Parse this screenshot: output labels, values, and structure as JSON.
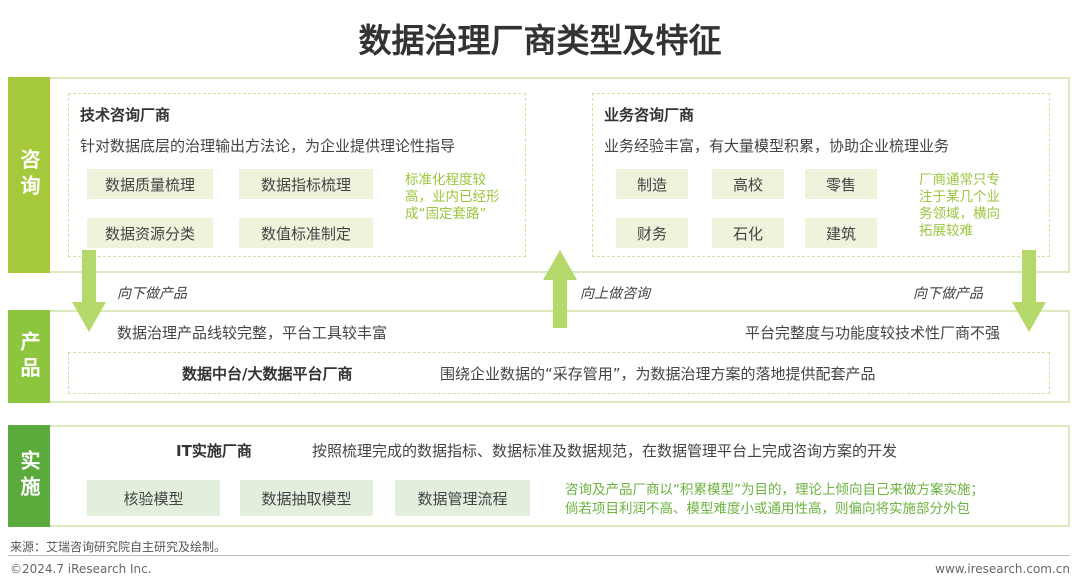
{
  "title": "数据治理厂商类型及特征",
  "consult": {
    "band": "咨询",
    "tech": {
      "heading": "技术咨询厂商",
      "desc": "针对数据底层的治理输出方法论，为企业提供理论性指导",
      "tags": [
        "数据质量梳理",
        "数据指标梳理",
        "数据资源分类",
        "数值标准制定"
      ],
      "note": "标准化程度较高，业内已经形成“固定套路”"
    },
    "biz": {
      "heading": "业务咨询厂商",
      "desc": "业务经验丰富，有大量模型积累，协助企业梳理业务",
      "tags": [
        "制造",
        "高校",
        "零售",
        "财务",
        "石化",
        "建筑"
      ],
      "note": "厂商通常只专注于某几个业务领域，横向拓展较难"
    }
  },
  "arrows": {
    "left": "向下做产品",
    "middle": "向上做咨询",
    "right": "向下做产品"
  },
  "product": {
    "band": "产品",
    "left_text": "数据治理产品线较完整，平台工具较丰富",
    "right_text": "平台完整度与功能度较技术性厂商不强",
    "vendor": "数据中台/大数据平台厂商",
    "vendor_desc": "围绕企业数据的“采存管用”，为数据治理方案的落地提供配套产品"
  },
  "impl": {
    "band": "实施",
    "vendor": "IT实施厂商",
    "vendor_desc": "按照梳理完成的数据指标、数据标准及数据规范，在数据管理平台上完成咨询方案的开发",
    "tags": [
      "核验模型",
      "数据抽取模型",
      "数据管理流程"
    ],
    "note1": "咨询及产品厂商以“积累模型”为目的，理论上倾向自己来做方案实施；",
    "note2": "倘若项目利润不高、模型难度小或通用性高，则偏向将实施部分外包"
  },
  "footer": {
    "source": "来源：艾瑞咨询研究院自主研究及绘制。",
    "copyright": "©2024.7 iResearch Inc.",
    "url": "www.iresearch.com.cn"
  },
  "colors": {
    "consult": "#a6c93c",
    "product": "#8cc63f",
    "impl": "#5aaa3c",
    "arrow": "#b5d86a",
    "note": "#9bc53d",
    "note_impl": "#6cb33f"
  }
}
